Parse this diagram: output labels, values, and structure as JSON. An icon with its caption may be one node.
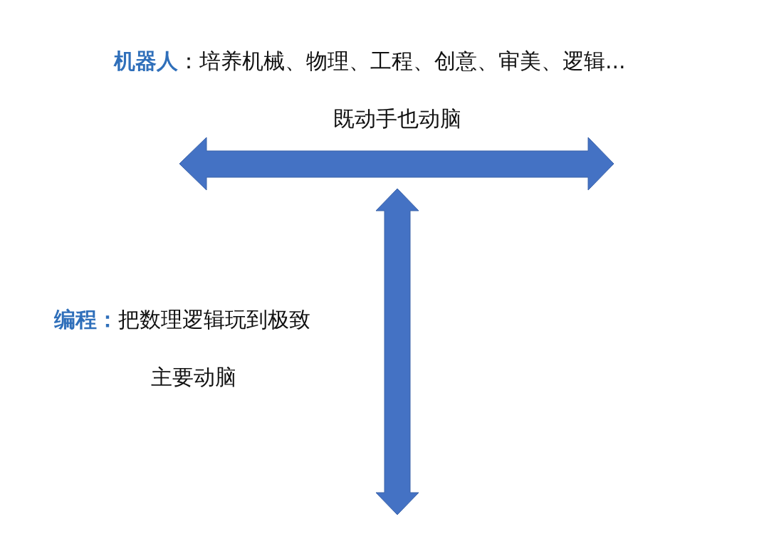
{
  "diagram": {
    "labels": [
      "**机器人**：培养机械、物理、工程、创意、审美、逻辑...",
      "既动手也动脑",
      "**编程：**把数理逻辑玩到极致",
      "主要动脑"
    ]
  }
}
